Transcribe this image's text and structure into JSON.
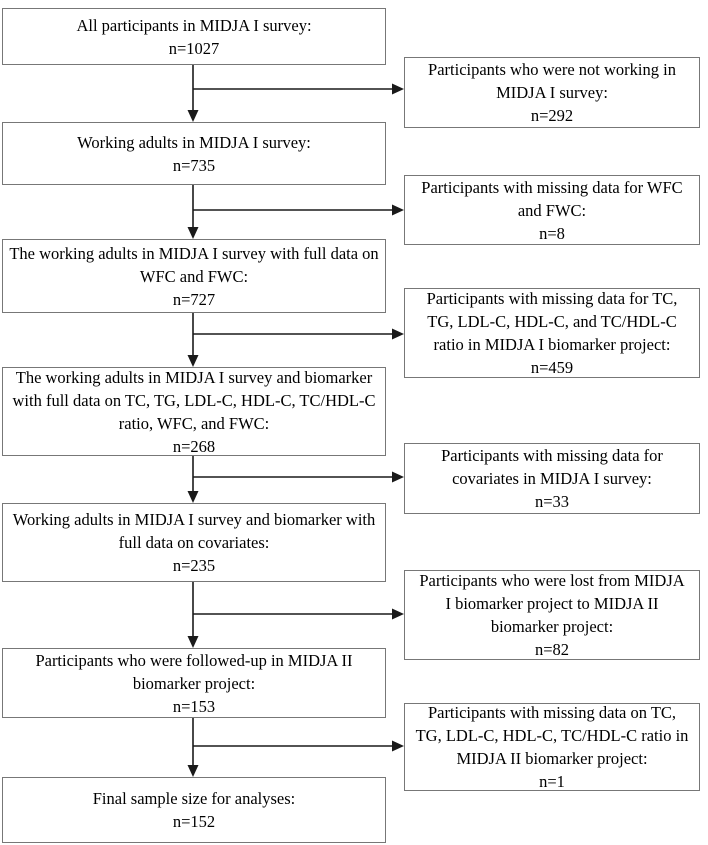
{
  "main_flow": [
    {
      "label": "All participants in MIDJA I survey:",
      "n": "n=1027"
    },
    {
      "label": "Working adults in MIDJA I survey:",
      "n": "n=735"
    },
    {
      "label": "The working adults in MIDJA I survey with full data on WFC and FWC:",
      "n": "n=727"
    },
    {
      "label": "The working adults in MIDJA I survey and biomarker with full data on TC, TG, LDL-C, HDL-C, TC/HDL-C ratio, WFC, and FWC:",
      "n": "n=268"
    },
    {
      "label": "Working adults in MIDJA I survey and biomarker with full data on covariates:",
      "n": "n=235"
    },
    {
      "label": "Participants who were followed-up in MIDJA II biomarker project:",
      "n": "n=153"
    },
    {
      "label": "Final sample size for analyses:",
      "n": "n=152"
    }
  ],
  "exclusions": [
    {
      "label": "Participants who were not working in MIDJA I survey:",
      "n": "n=292"
    },
    {
      "label": "Participants with missing data for WFC and FWC:",
      "n": "n=8"
    },
    {
      "label": "Participants with missing data for TC, TG, LDL-C, HDL-C, and TC/HDL-C ratio in MIDJA I biomarker project:",
      "n": "n=459"
    },
    {
      "label": "Participants with missing data for covariates in MIDJA I survey:",
      "n": "n=33"
    },
    {
      "label": "Participants who were lost from MIDJA I biomarker project to MIDJA II biomarker project:",
      "n": "n=82"
    },
    {
      "label": "Participants with missing data on TC, TG, LDL-C, HDL-C, TC/HDL-C ratio in MIDJA II biomarker project:",
      "n": "n=1"
    }
  ],
  "colors": {
    "box_border": "#777777",
    "arrow": "#1a1a1a",
    "text": "#000000",
    "background": "#ffffff"
  }
}
